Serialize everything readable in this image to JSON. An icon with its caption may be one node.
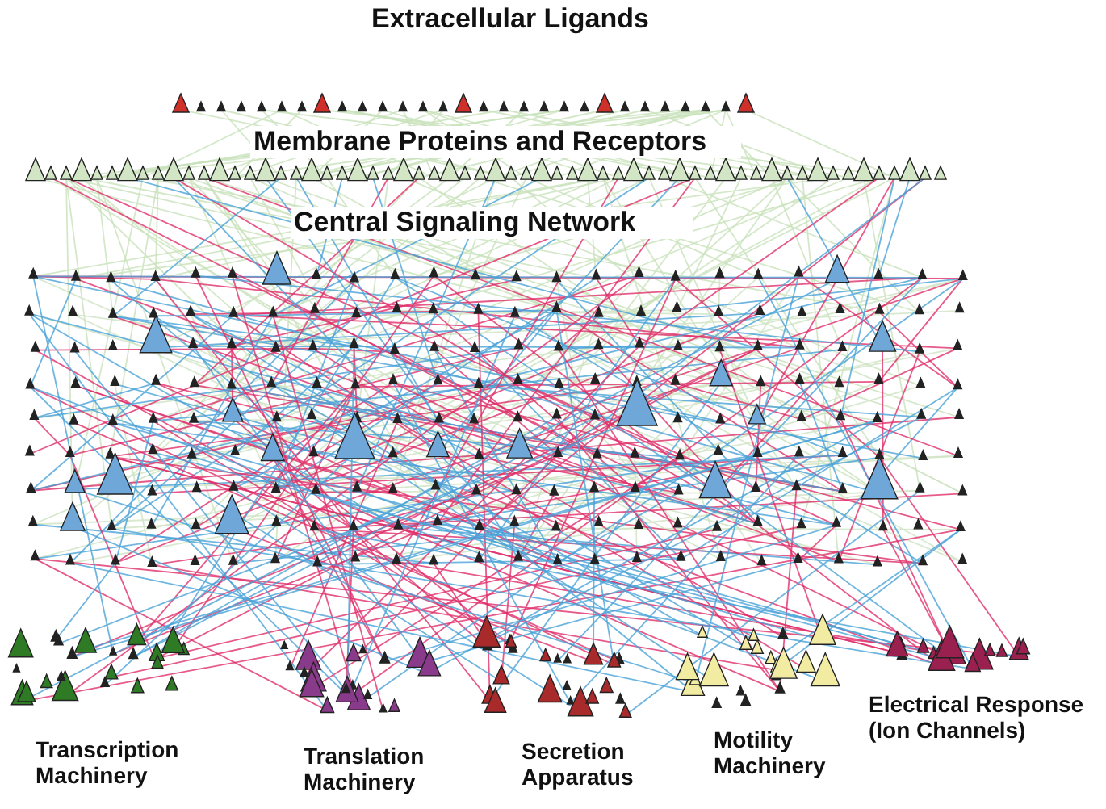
{
  "diagram": {
    "labels": [
      "Extracellular Ligands",
      "Membrane Proteins and Receptors",
      "Central Signaling Network",
      "Transcription Machinery",
      "Translation Machinery",
      "Secretion Apparatus",
      "Motility Machinery",
      "Electrical Response (Ion Channels)"
    ]
  }
}
